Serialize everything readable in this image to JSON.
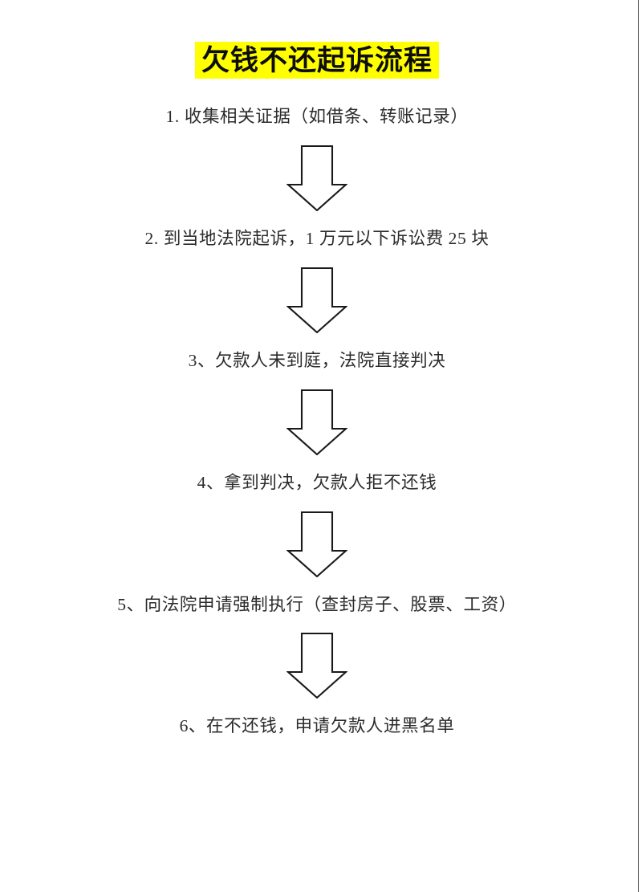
{
  "document": {
    "title": "欠钱不还起诉流程",
    "highlight_color": "#ffff00",
    "text_color": "#2b2b2b",
    "background_color": "#ffffff",
    "arrow_fill": "#ffffff",
    "arrow_stroke": "#1a1a1a"
  },
  "flow": {
    "type": "vertical-flowchart",
    "connector": "down-arrow",
    "connector_count": 5,
    "steps": [
      {
        "number": "1",
        "text": "1. 收集相关证据（如借条、转账记录）"
      },
      {
        "number": "2",
        "text": "2. 到当地法院起诉，1 万元以下诉讼费 25 块"
      },
      {
        "number": "3",
        "text": "3、欠款人未到庭，法院直接判决"
      },
      {
        "number": "4",
        "text": "4、拿到判决，欠款人拒不还钱"
      },
      {
        "number": "5",
        "text": "5、向法院申请强制执行（查封房子、股票、工资）"
      },
      {
        "number": "6",
        "text": "6、在不还钱，申请欠款人进黑名单"
      }
    ]
  }
}
